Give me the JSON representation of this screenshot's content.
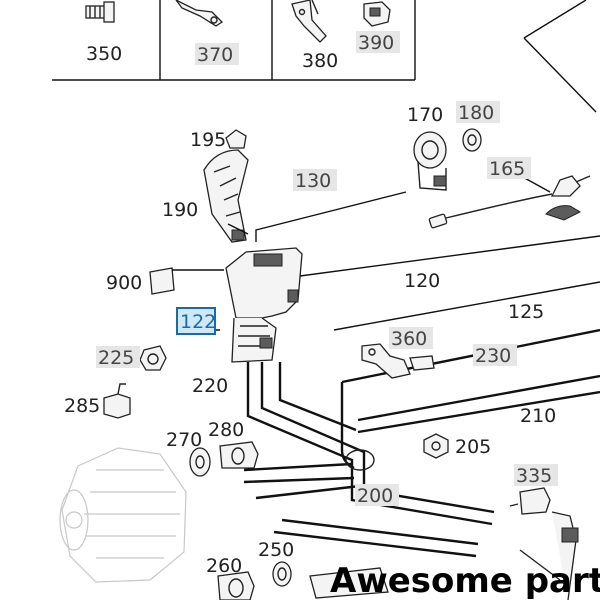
{
  "labels": {
    "l350": "350",
    "l370": "370",
    "l380": "380",
    "l390": "390",
    "l170": "170",
    "l180": "180",
    "l195": "195",
    "l130": "130",
    "l165": "165",
    "l190": "190",
    "l900": "900",
    "l120": "120",
    "l125": "125",
    "l122": "122",
    "l360": "360",
    "l230": "230",
    "l225": "225",
    "l220": "220",
    "l210": "210",
    "l285": "285",
    "l270": "270",
    "l280": "280",
    "l205": "205",
    "l335": "335",
    "l200": "200",
    "l260": "260",
    "l250": "250"
  },
  "highlighted_labels": [
    "370",
    "390",
    "180",
    "130",
    "165",
    "225",
    "230",
    "360",
    "335",
    "200"
  ],
  "selected_label": "122",
  "watermark": "Awesome parts",
  "colors": {
    "line": "#111111",
    "label_highlight": "#e6e6e6",
    "selection_fill": "#cfe8f7",
    "selection_border": "#1a6aa8"
  }
}
